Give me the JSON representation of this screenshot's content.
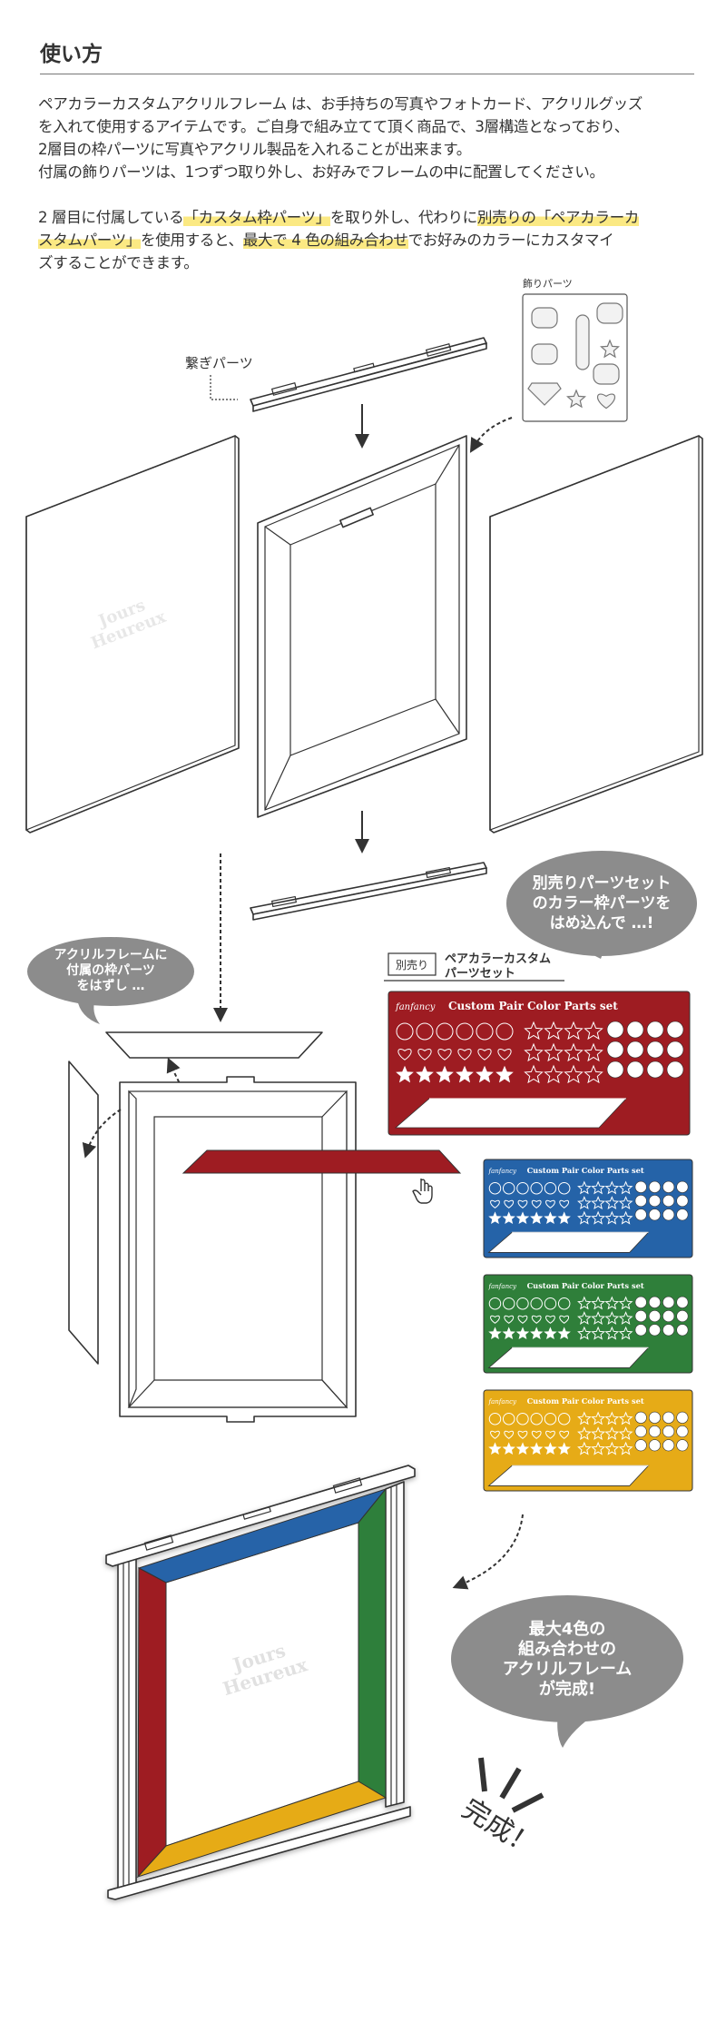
{
  "header": {
    "title": "使い方"
  },
  "intro": {
    "lines": [
      "ペアカラーカスタムアクリルフレーム は、お手持ちの写真やフォトカード、アクリルグッズ",
      "を入れて使用するアイテムです。ご自身で組み立てて頂く商品で、3層構造となっており、",
      "2層目の枠パーツに写真やアクリル製品を入れることが出来ます。",
      "付属の飾りパーツは、1つずつ取り外し、お好みでフレームの中に配置してください。"
    ]
  },
  "custom": {
    "line1": [
      "2 層目に付属している",
      "「カスタム枠パーツ」",
      "を取り外し、代わりに",
      "別売りの「ペアカラーカ"
    ],
    "line2": [
      "スタムパーツ」",
      "を使用すると、",
      "最大で 4 色の組み合わせ",
      "でお好みのカラーにカスタマイ"
    ],
    "line3": "ズすることができます。"
  },
  "labels": {
    "connector": "繋ぎパーツ",
    "ornaments": "飾りパーツ"
  },
  "bubbles": {
    "insert": [
      "別売りパーツセット",
      "のカラー枠パーツを",
      "はめ込んで …!"
    ],
    "remove": [
      "アクリルフレームに",
      "付属の枠パーツ",
      "をはずし …"
    ],
    "complete": [
      "最大4色の",
      "組み合わせの",
      "アクリルフレーム",
      "が完成!"
    ]
  },
  "parts_set": {
    "badge": "別売り",
    "title_lines": [
      "ペアカラーカスタム",
      "パーツセット"
    ],
    "sheet_title": "Custom Pair Color Parts set",
    "brand_logo": "fanfancy",
    "sheets": [
      {
        "name": "red",
        "color": "#9e1c22"
      },
      {
        "name": "blue",
        "color": "#2563a8"
      },
      {
        "name": "green",
        "color": "#2f7f3a"
      },
      {
        "name": "yellow",
        "color": "#e6ab17"
      }
    ]
  },
  "watermark": {
    "line1": "Jours",
    "line2": "Heureux"
  },
  "finish": {
    "text": "完成！"
  },
  "colors": {
    "highlight": "#fbe983",
    "bubble": "#8c8c8c",
    "frame_top": "#2563a8",
    "frame_left": "#9e1c22",
    "frame_right": "#2f7f3a",
    "frame_bottom": "#e6ab17"
  },
  "icons": [
    "arrow-down-icon",
    "dashed-curved-arrow-icon",
    "pointing-hand-icon",
    "heart-icon",
    "crown-icon",
    "rose-icon",
    "star-icon",
    "ribbon-icon",
    "diamond-icon"
  ]
}
